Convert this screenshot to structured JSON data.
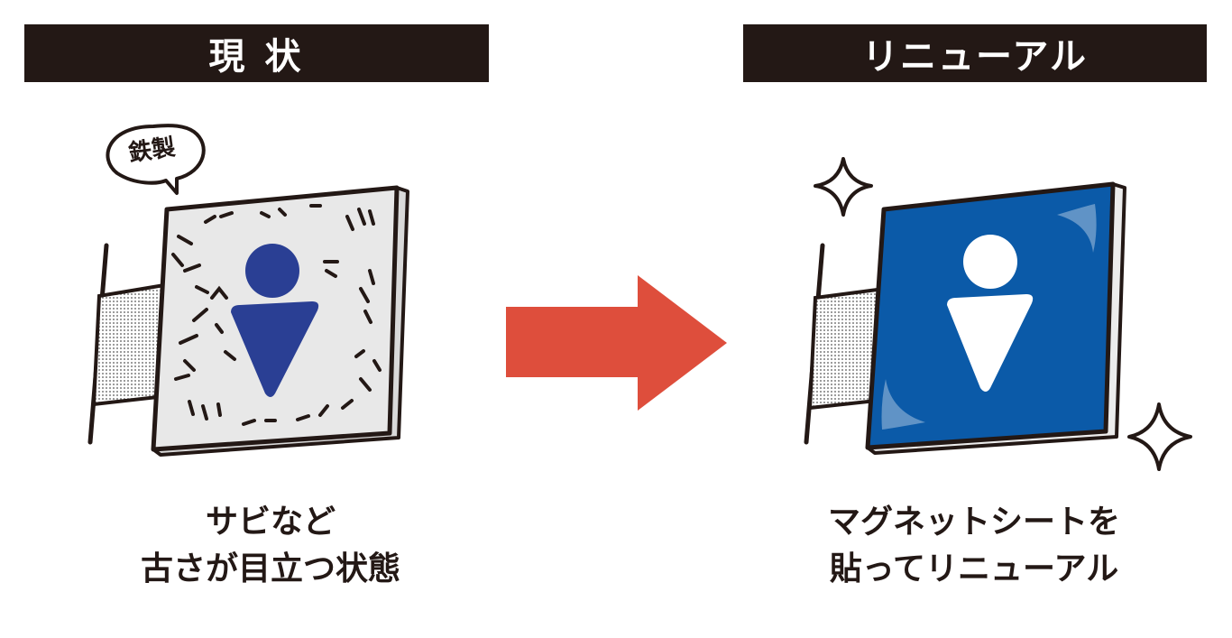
{
  "left_panel": {
    "header": "現 状",
    "bubble": "鉄製",
    "caption_line1": "サビなど",
    "caption_line2": "古さが目立つ状態"
  },
  "right_panel": {
    "header": "リニューアル",
    "caption_line1": "マグネットシートを",
    "caption_line2": "貼ってリニューアル"
  },
  "colors": {
    "header_bg": "#231815",
    "arrow": "#DE4E3C",
    "sign_blue": "#0B5AA8",
    "old_figure": "#2A3F94",
    "old_plate": "#E8E8E8"
  },
  "icons": {
    "left_figure": "male-restroom-icon",
    "right_figure": "male-restroom-icon",
    "sparkle": "sparkle-icon",
    "arrow": "right-arrow-icon"
  }
}
